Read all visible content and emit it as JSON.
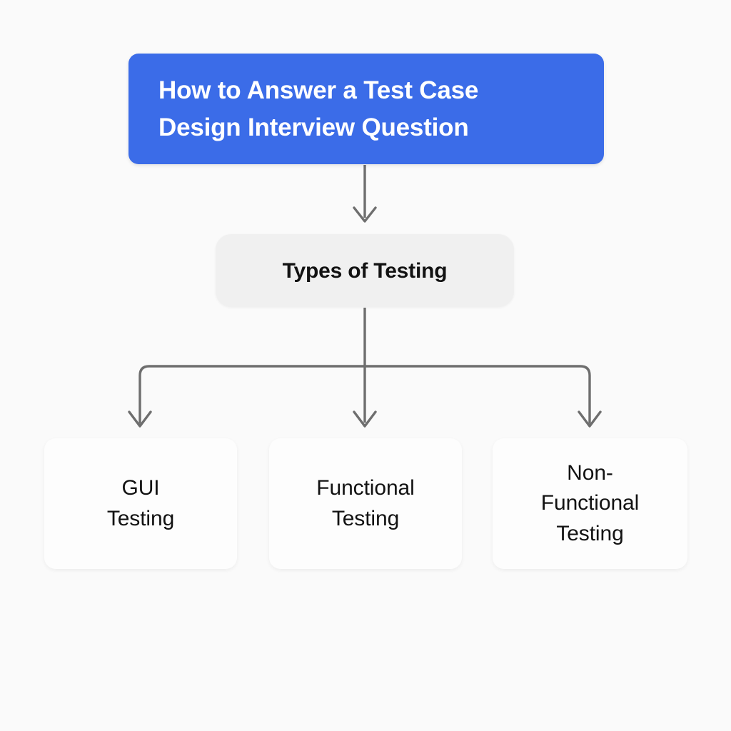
{
  "diagram": {
    "background_color": "#fafafa",
    "connector_color": "#6e6e6e",
    "root": {
      "label": "How to Answer a Test Case\nDesign Interview Question",
      "fill_color": "#3b6ce8",
      "text_color": "#ffffff"
    },
    "category": {
      "label": "Types of Testing",
      "fill_color": "#f0f0f0",
      "text_color": "#121212"
    },
    "leaves": [
      {
        "label": "GUI\nTesting",
        "fill_color": "#fdfdfd",
        "text_color": "#121212"
      },
      {
        "label": "Functional\nTesting",
        "fill_color": "#fdfdfd",
        "text_color": "#121212"
      },
      {
        "label": "Non-\nFunctional\nTesting",
        "fill_color": "#fdfdfd",
        "text_color": "#121212"
      }
    ],
    "connectors": [
      {
        "name": "root-to-category",
        "kind": "vertical-arrow"
      },
      {
        "name": "category-to-branch-bus",
        "kind": "vertical-line"
      },
      {
        "name": "branch-bus",
        "kind": "horizontal-bus"
      },
      {
        "name": "bus-to-gui-testing",
        "kind": "vertical-arrow"
      },
      {
        "name": "bus-to-functional-testing",
        "kind": "vertical-arrow"
      },
      {
        "name": "bus-to-non-functional-testing",
        "kind": "vertical-arrow"
      }
    ]
  }
}
